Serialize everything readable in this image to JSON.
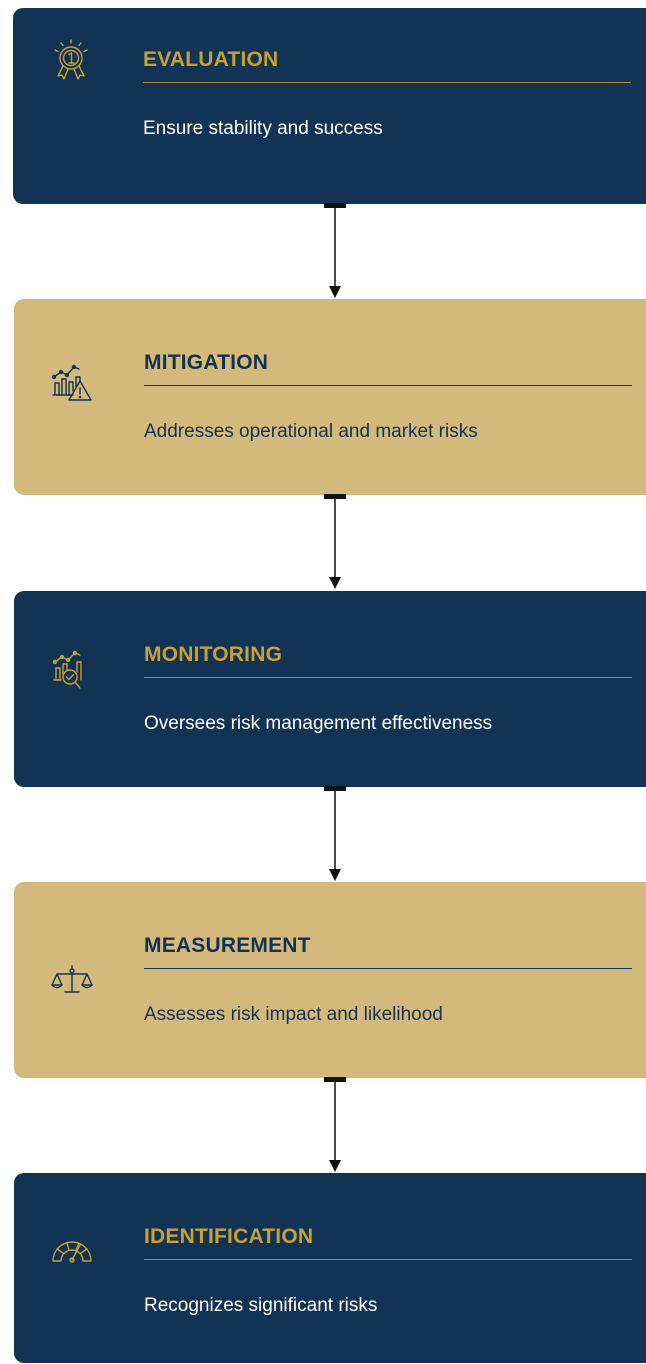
{
  "colors": {
    "navy": "#123354",
    "gold": "#d4b97c",
    "gold_text": "#c8a035"
  },
  "steps": [
    {
      "title": "EVALUATION",
      "description": "Ensure stability and success",
      "icon": "award-medal-icon",
      "theme": "dark"
    },
    {
      "title": "MITIGATION",
      "description": "Addresses operational and market risks",
      "icon": "chart-warning-icon",
      "theme": "gold"
    },
    {
      "title": "MONITORING",
      "description": "Oversees risk management effectiveness",
      "icon": "chart-magnifier-icon",
      "theme": "dark"
    },
    {
      "title": "MEASUREMENT",
      "description": "Assesses risk impact and likelihood",
      "icon": "balance-scale-icon",
      "theme": "gold"
    },
    {
      "title": "IDENTIFICATION",
      "description": "Recognizes significant risks",
      "icon": "gauge-meter-icon",
      "theme": "dark"
    }
  ]
}
